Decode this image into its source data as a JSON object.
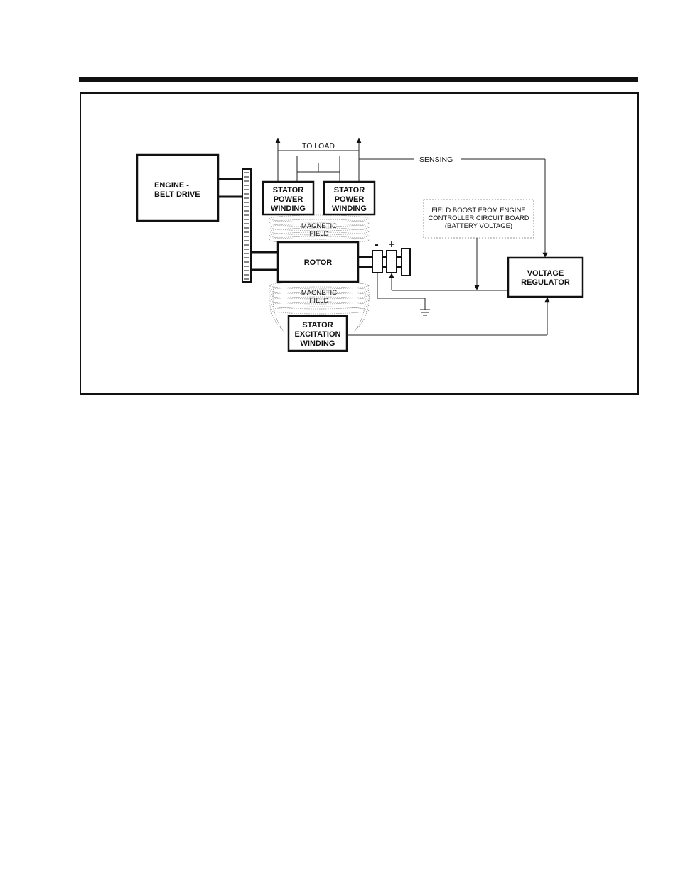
{
  "diagram": {
    "nodes": {
      "engine": [
        "ENGINE -",
        "BELT DRIVE"
      ],
      "stator_power_1": [
        "STATOR",
        "POWER",
        "WINDING"
      ],
      "stator_power_2": [
        "STATOR",
        "POWER",
        "WINDING"
      ],
      "rotor": "ROTOR",
      "stator_excitation": [
        "STATOR",
        "EXCITATION",
        "WINDING"
      ],
      "voltage_regulator": [
        "VOLTAGE",
        "REGULATOR"
      ],
      "field_boost": [
        "FIELD BOOST FROM ENGINE",
        "CONTROLLER CIRCUIT BOARD",
        "(BATTERY VOLTAGE)"
      ]
    },
    "labels": {
      "to_load": "TO LOAD",
      "sensing": "SENSING",
      "magnetic_field_upper": [
        "MAGNETIC",
        "FIELD"
      ],
      "magnetic_field_lower": [
        "MAGNETIC",
        "FIELD"
      ],
      "minus": "-",
      "plus": "+"
    }
  }
}
